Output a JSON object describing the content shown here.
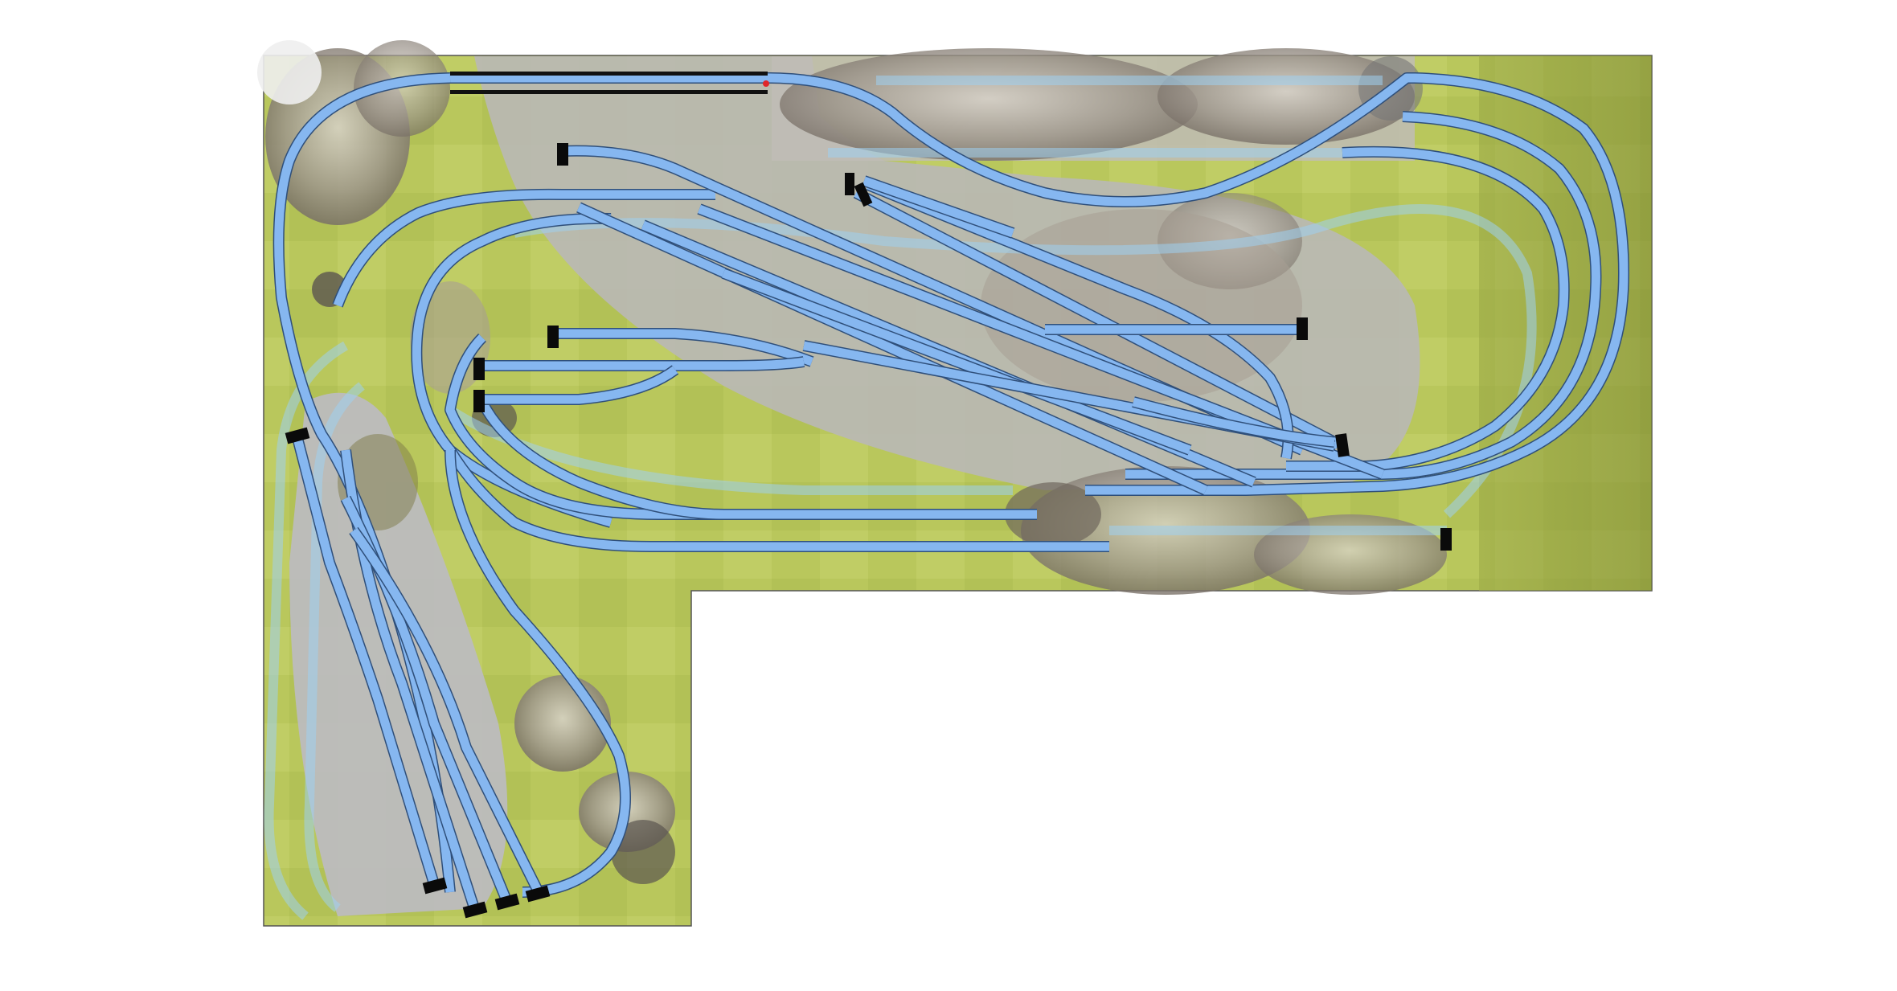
{
  "app": {
    "view": "track-plan-3d-top-view"
  },
  "colors": {
    "background": "#ffffff",
    "grass": "#b7c65a",
    "grass_dark": "#8d9a3c",
    "rock": "#a39c94",
    "road": "#bdbdbf",
    "track": "#86b7f0",
    "track_edge": "#2f4f7a",
    "hidden_track": "#9fd0f0",
    "bumper": "#0a0a0a",
    "selection_marker": "#e0262a"
  },
  "legend": {
    "track_visible": "track",
    "track_hidden": "hidden-track",
    "end_stop": "bumper"
  }
}
